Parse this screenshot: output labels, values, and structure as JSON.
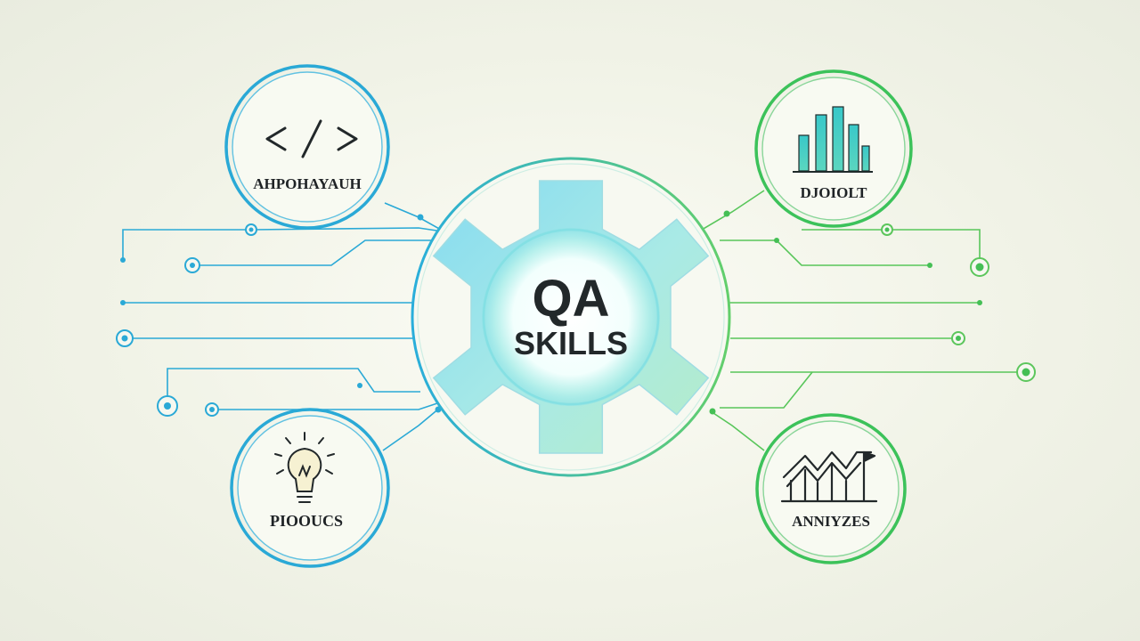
{
  "center": {
    "title": "QA",
    "subtitle": "SKILLS"
  },
  "nodes": {
    "top_left": {
      "label": "AHPOHAYAUH",
      "icon": "code-icon"
    },
    "top_right": {
      "label": "DJOIOLT",
      "icon": "bar-chart-icon"
    },
    "bottom_left": {
      "label": "PIOOUCS",
      "icon": "lightbulb-icon"
    },
    "bottom_right": {
      "label": "ANNIYZES",
      "icon": "trend-chart-icon"
    }
  },
  "colors": {
    "blue": "#22a7d8",
    "teal": "#2ec4c0",
    "green": "#3cc25a",
    "light_green": "#7fd36a"
  }
}
